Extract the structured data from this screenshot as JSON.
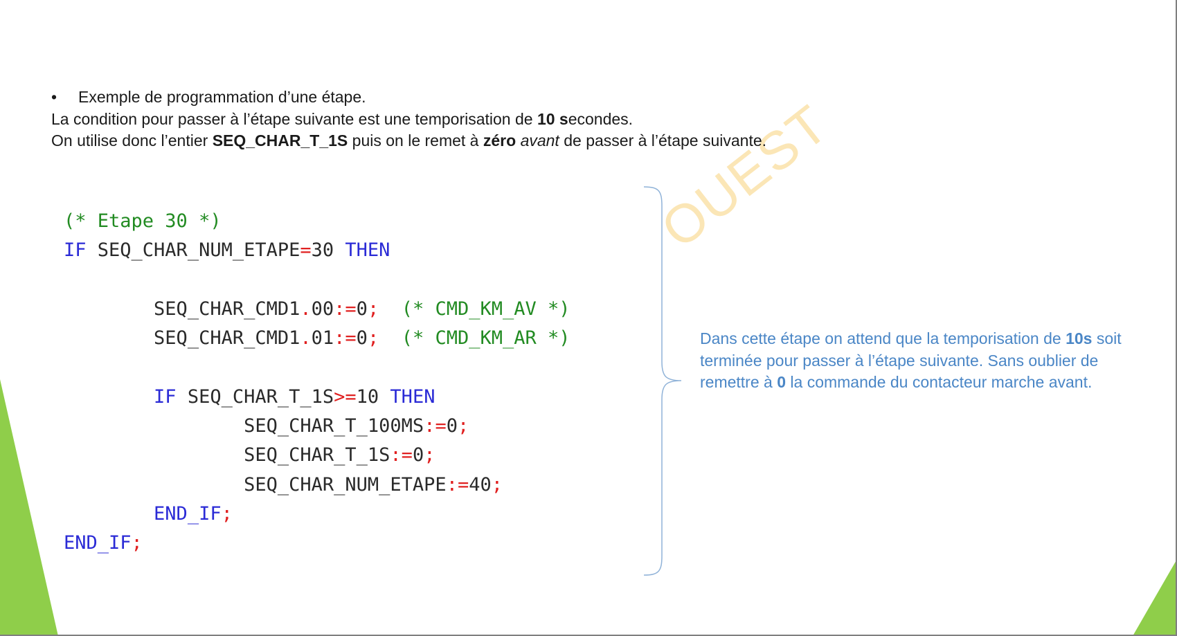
{
  "intro": {
    "bullet": "•",
    "line1": "Exemple de programmation d’une étape.",
    "line2_before": "La condition pour passer à l’étape suivante est une temporisation de ",
    "line2_bold1": "10 s",
    "line2_after": "econdes.",
    "line3_before": "On utilise donc l’entier ",
    "line3_bold1": "SEQ_CHAR_T_1S",
    "line3_mid": " puis on le remet à ",
    "line3_bold2": "zéro",
    "line3_space": " ",
    "line3_italic": "avant",
    "line3_after": " de passer à l’étape suivante."
  },
  "code": {
    "l1_comment": "(* Etape 30 *)",
    "l2_if": "IF",
    "l2_var": " SEQ_CHAR_NUM_ETAPE",
    "l2_op": "=",
    "l2_num": "30",
    "l2_then": " THEN",
    "l4_var": "SEQ_CHAR_CMD1",
    "l4_dot": ".",
    "l4_bit": "00",
    "l4_op": ":=",
    "l4_num": "0",
    "l4_semi": ";",
    "l4_comment": "  (* CMD_KM_AV *)",
    "l5_var": "SEQ_CHAR_CMD1",
    "l5_dot": ".",
    "l5_bit": "01",
    "l5_op": ":=",
    "l5_num": "0",
    "l5_semi": ";",
    "l5_comment": "  (* CMD_KM_AR *)",
    "l7_if": "IF",
    "l7_var": " SEQ_CHAR_T_1S",
    "l7_op": ">=",
    "l7_num": "10",
    "l7_then": " THEN",
    "l8_var": "SEQ_CHAR_T_100MS",
    "l8_op": ":=",
    "l8_num": "0",
    "l8_semi": ";",
    "l9_var": "SEQ_CHAR_T_1S",
    "l9_op": ":=",
    "l9_num": "0",
    "l9_semi": ";",
    "l10_var": "SEQ_CHAR_NUM_ETAPE",
    "l10_op": ":=",
    "l10_num": "40",
    "l10_semi": ";",
    "l11_end": "END_IF",
    "l11_semi": ";",
    "l12_end": "END_IF",
    "l12_semi": ";"
  },
  "note": {
    "p1": "Dans cette étape on attend que la temporisation de ",
    "b1": "10s",
    "p2": " soit terminée pour passer à l’étape suivante. Sans oublier de remettre à ",
    "b2": "0",
    "p3": " la commande du contacteur marche avant."
  },
  "watermark": "OUEST",
  "colors": {
    "keyword": "#2b2bd6",
    "comment": "#228b22",
    "operator": "#e02020",
    "note_text": "#4a86c6",
    "accent_green": "#8fce4a"
  }
}
